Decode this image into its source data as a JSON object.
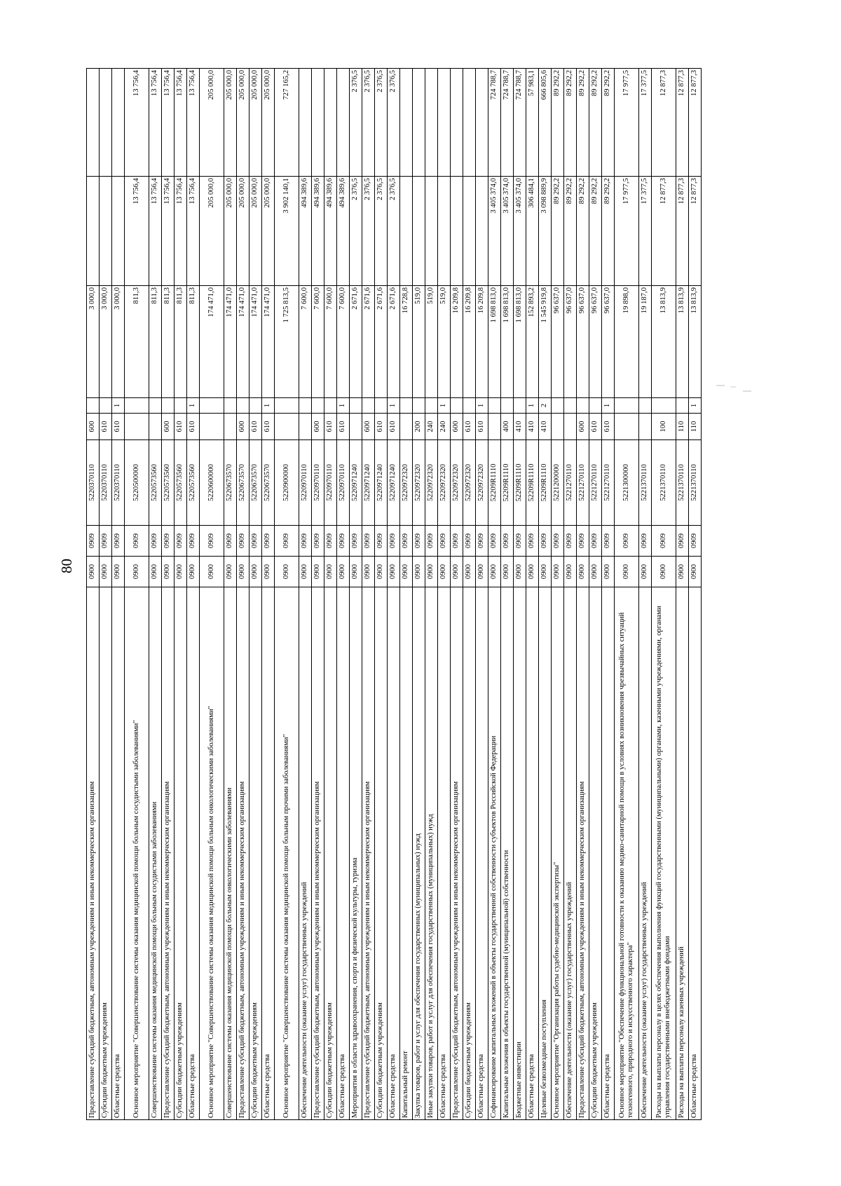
{
  "page": {
    "number": "80"
  },
  "table": {
    "rows": [
      {
        "name": "Предоставление субсидий бюджетным, автономным учреждениям и иным некоммерческим организациям",
        "c1": "0900",
        "c2": "0909",
        "code": "5220370110",
        "vr": "600",
        "n": "",
        "a": "3 000,0",
        "b": "",
        "c": ""
      },
      {
        "name": "Субсидии бюджетным учреждениям",
        "c1": "0900",
        "c2": "0909",
        "code": "5220370110",
        "vr": "610",
        "n": "",
        "a": "3 000,0",
        "b": "",
        "c": ""
      },
      {
        "name": "Областные средства",
        "c1": "0900",
        "c2": "0909",
        "code": "5220370110",
        "vr": "610",
        "n": "1",
        "a": "3 000,0",
        "b": "",
        "c": ""
      },
      {
        "name": "Основное мероприятие \"Совершенствование системы оказания медицинской помощи больным сосудистыми заболеваниями\"",
        "c1": "0900",
        "c2": "0909",
        "code": "5220500000",
        "vr": "",
        "n": "",
        "a": "811,3",
        "b": "13 756,4",
        "c": "13 756,4",
        "tall": true
      },
      {
        "name": "Совершенствование системы оказания медицинской помощи больным сосудистыми заболеваниями",
        "c1": "0900",
        "c2": "0909",
        "code": "5220573560",
        "vr": "",
        "n": "",
        "a": "811,3",
        "b": "13 756,4",
        "c": "13 756,4"
      },
      {
        "name": "Предоставление субсидий бюджетным, автономным учреждениям и иным некоммерческим организациям",
        "c1": "0900",
        "c2": "0909",
        "code": "5220573560",
        "vr": "600",
        "n": "",
        "a": "811,3",
        "b": "13 756,4",
        "c": "13 756,4"
      },
      {
        "name": "Субсидии бюджетным учреждениям",
        "c1": "0900",
        "c2": "0909",
        "code": "5220573560",
        "vr": "610",
        "n": "",
        "a": "811,3",
        "b": "13 756,4",
        "c": "13 756,4"
      },
      {
        "name": "Областные средства",
        "c1": "0900",
        "c2": "0909",
        "code": "5220573560",
        "vr": "610",
        "n": "1",
        "a": "811,3",
        "b": "13 756,4",
        "c": "13 756,4"
      },
      {
        "name": "Основное мероприятие \"Совершенствование системы оказания медицинской помощи больным онкологическими заболеваниями\"",
        "c1": "0900",
        "c2": "0909",
        "code": "5220600000",
        "vr": "",
        "n": "",
        "a": "174 471,0",
        "b": "205 000,0",
        "c": "205 000,0",
        "tall": true
      },
      {
        "name": "Совершенствование системы оказания медицинской помощи больным онкологическими заболеваниями",
        "c1": "0900",
        "c2": "0909",
        "code": "5220673570",
        "vr": "",
        "n": "",
        "a": "174 471,0",
        "b": "205 000,0",
        "c": "205 000,0"
      },
      {
        "name": "Предоставление субсидий бюджетным, автономным учреждениям и иным некоммерческим организациям",
        "c1": "0900",
        "c2": "0909",
        "code": "5220673570",
        "vr": "600",
        "n": "",
        "a": "174 471,0",
        "b": "205 000,0",
        "c": "205 000,0"
      },
      {
        "name": "Субсидии бюджетным учреждениям",
        "c1": "0900",
        "c2": "0909",
        "code": "5220673570",
        "vr": "610",
        "n": "",
        "a": "174 471,0",
        "b": "205 000,0",
        "c": "205 000,0"
      },
      {
        "name": "Областные средства",
        "c1": "0900",
        "c2": "0909",
        "code": "5220673570",
        "vr": "610",
        "n": "1",
        "a": "174 471,0",
        "b": "205 000,0",
        "c": "205 000,0"
      },
      {
        "name": "Основное мероприятие \"Совершенствование системы оказания медицинской помощи больным прочими заболеваниями\"",
        "c1": "0900",
        "c2": "0909",
        "code": "5220900000",
        "vr": "",
        "n": "",
        "a": "1 725 813,5",
        "b": "3 902 140,1",
        "c": "727 165,2",
        "tall": true
      },
      {
        "name": "Обеспечение деятельности (оказание услуг) государственных учреждений",
        "c1": "0900",
        "c2": "0909",
        "code": "5220970110",
        "vr": "",
        "n": "",
        "a": "7 600,0",
        "b": "494 389,6",
        "c": ""
      },
      {
        "name": "Предоставление субсидий бюджетным, автономным учреждениям и иным некоммерческим организациям",
        "c1": "0900",
        "c2": "0909",
        "code": "5220970110",
        "vr": "600",
        "n": "",
        "a": "7 600,0",
        "b": "494 389,6",
        "c": ""
      },
      {
        "name": "Субсидии бюджетным учреждениям",
        "c1": "0900",
        "c2": "0909",
        "code": "5220970110",
        "vr": "610",
        "n": "",
        "a": "7 600,0",
        "b": "494 389,6",
        "c": ""
      },
      {
        "name": "Областные средства",
        "c1": "0900",
        "c2": "0909",
        "code": "5220970110",
        "vr": "610",
        "n": "1",
        "a": "7 600,0",
        "b": "494 389,6",
        "c": ""
      },
      {
        "name": "Мероприятия в области здравоохранения, спорта и физической культуры, туризма",
        "c1": "0900",
        "c2": "0909",
        "code": "5220971240",
        "vr": "",
        "n": "",
        "a": "2 671,6",
        "b": "2 376,5",
        "c": "2 376,5"
      },
      {
        "name": "Предоставление субсидий бюджетным, автономным учреждениям и иным некоммерческим организациям",
        "c1": "0900",
        "c2": "0909",
        "code": "5220971240",
        "vr": "600",
        "n": "",
        "a": "2 671,6",
        "b": "2 376,5",
        "c": "2 376,5"
      },
      {
        "name": "Субсидии бюджетным учреждениям",
        "c1": "0900",
        "c2": "0909",
        "code": "5220971240",
        "vr": "610",
        "n": "",
        "a": "2 671,6",
        "b": "2 376,5",
        "c": "2 376,5"
      },
      {
        "name": "Областные средства",
        "c1": "0900",
        "c2": "0909",
        "code": "5220971240",
        "vr": "610",
        "n": "1",
        "a": "2 671,6",
        "b": "2 376,5",
        "c": "2 376,5"
      },
      {
        "name": "Капитальный ремонт",
        "c1": "0900",
        "c2": "0909",
        "code": "5220972320",
        "vr": "",
        "n": "",
        "a": "16 728,8",
        "b": "",
        "c": ""
      },
      {
        "name": "Закупка товаров, работ и услуг для обеспечения государственных (муниципальных) нужд",
        "c1": "0900",
        "c2": "0909",
        "code": "5220972320",
        "vr": "200",
        "n": "",
        "a": "519,0",
        "b": "",
        "c": ""
      },
      {
        "name": "Иные закупки товаров, работ и услуг для обеспечения государственных (муниципальных) нужд",
        "c1": "0900",
        "c2": "0909",
        "code": "5220972320",
        "vr": "240",
        "n": "",
        "a": "519,0",
        "b": "",
        "c": ""
      },
      {
        "name": "Областные средства",
        "c1": "0900",
        "c2": "0909",
        "code": "5220972320",
        "vr": "240",
        "n": "1",
        "a": "519,0",
        "b": "",
        "c": ""
      },
      {
        "name": "Предоставление субсидий бюджетным, автономным учреждениям и иным некоммерческим организациям",
        "c1": "0900",
        "c2": "0909",
        "code": "5220972320",
        "vr": "600",
        "n": "",
        "a": "16 209,8",
        "b": "",
        "c": ""
      },
      {
        "name": "Субсидии бюджетным учреждениям",
        "c1": "0900",
        "c2": "0909",
        "code": "5220972320",
        "vr": "610",
        "n": "",
        "a": "16 209,8",
        "b": "",
        "c": ""
      },
      {
        "name": "Областные средства",
        "c1": "0900",
        "c2": "0909",
        "code": "5220972320",
        "vr": "610",
        "n": "1",
        "a": "16 209,8",
        "b": "",
        "c": ""
      },
      {
        "name": "Софинансирование капитальных вложений в объекты государственной собственности субъектов Российской Федерации",
        "c1": "0900",
        "c2": "0909",
        "code": "52209R1110",
        "vr": "",
        "n": "",
        "a": "1 698 813,0",
        "b": "3 405 374,0",
        "c": "724 788,7"
      },
      {
        "name": "Капитальные вложения в объекты государственной (муниципальной) собственности",
        "c1": "0900",
        "c2": "0909",
        "code": "52209R1110",
        "vr": "400",
        "n": "",
        "a": "1 698 813,0",
        "b": "3 405 374,0",
        "c": "724 788,7"
      },
      {
        "name": "Бюджетные инвестиции",
        "c1": "0900",
        "c2": "0909",
        "code": "52209R1110",
        "vr": "410",
        "n": "",
        "a": "1 698 813,0",
        "b": "3 405 374,0",
        "c": "724 788,7"
      },
      {
        "name": "Областные средства",
        "c1": "0900",
        "c2": "0909",
        "code": "52209R1110",
        "vr": "410",
        "n": "1",
        "a": "152 893,2",
        "b": "306 484,1",
        "c": "57 983,1"
      },
      {
        "name": "Целевые безвозмездные поступления",
        "c1": "0900",
        "c2": "0909",
        "code": "52209R1110",
        "vr": "410",
        "n": "2",
        "a": "1 545 919,8",
        "b": "3 098 889,9",
        "c": "666 805,6"
      },
      {
        "name": "Основное мероприятие \"Организация работы судебно-медицинской экспертизы\"",
        "c1": "0900",
        "c2": "0909",
        "code": "5221200000",
        "vr": "",
        "n": "",
        "a": "96 637,0",
        "b": "89 292,2",
        "c": "89 292,2"
      },
      {
        "name": "Обеспечение деятельности (оказание услуг) государственных учреждений",
        "c1": "0900",
        "c2": "0909",
        "code": "5221270110",
        "vr": "",
        "n": "",
        "a": "96 637,0",
        "b": "89 292,2",
        "c": "89 292,2"
      },
      {
        "name": "Предоставление субсидий бюджетным, автономным учреждениям и иным некоммерческим организациям",
        "c1": "0900",
        "c2": "0909",
        "code": "5221270110",
        "vr": "600",
        "n": "",
        "a": "96 637,0",
        "b": "89 292,2",
        "c": "89 292,2"
      },
      {
        "name": "Субсидии бюджетным учреждениям",
        "c1": "0900",
        "c2": "0909",
        "code": "5221270110",
        "vr": "610",
        "n": "",
        "a": "96 637,0",
        "b": "89 292,2",
        "c": "89 292,2"
      },
      {
        "name": "Областные средства",
        "c1": "0900",
        "c2": "0909",
        "code": "5221270110",
        "vr": "610",
        "n": "1",
        "a": "96 637,0",
        "b": "89 292,2",
        "c": "89 292,2"
      },
      {
        "name": "Основное мероприятие \"Обеспечение функциональной готовности к оказанию медико-санитарной помощи в условиях возникновения чрезвычайных ситуаций техногенного, природного и искусственного характера\"",
        "c1": "0900",
        "c2": "0909",
        "code": "5221300000",
        "vr": "",
        "n": "",
        "a": "19 898,0",
        "b": "17 977,5",
        "c": "17 977,5",
        "tall": true
      },
      {
        "name": "Обеспечение деятельности (оказание услуг) государственных учреждений",
        "c1": "0900",
        "c2": "0909",
        "code": "5221370110",
        "vr": "",
        "n": "",
        "a": "19 187,0",
        "b": "17 377,5",
        "c": "17 377,5"
      },
      {
        "name": "Расходы на выплаты персоналу в целях обеспечения выполнения функций государственными (муниципальными) органами, казенными учреждениями, органами управления государственными внебюджетными фондами",
        "c1": "0900",
        "c2": "0909",
        "code": "5221370110",
        "vr": "100",
        "n": "",
        "a": "13 813,9",
        "b": "12 877,3",
        "c": "12 877,3",
        "tall": true
      },
      {
        "name": "Расходы на выплаты персоналу казенных учреждений",
        "c1": "0900",
        "c2": "0909",
        "code": "5221370110",
        "vr": "110",
        "n": "",
        "a": "13 813,9",
        "b": "12 877,3",
        "c": "12 877,3"
      },
      {
        "name": "Областные средства",
        "c1": "0900",
        "c2": "0909",
        "code": "5221370110",
        "vr": "110",
        "n": "1",
        "a": "13 813,9",
        "b": "12 877,3",
        "c": "12 877,3"
      }
    ]
  }
}
